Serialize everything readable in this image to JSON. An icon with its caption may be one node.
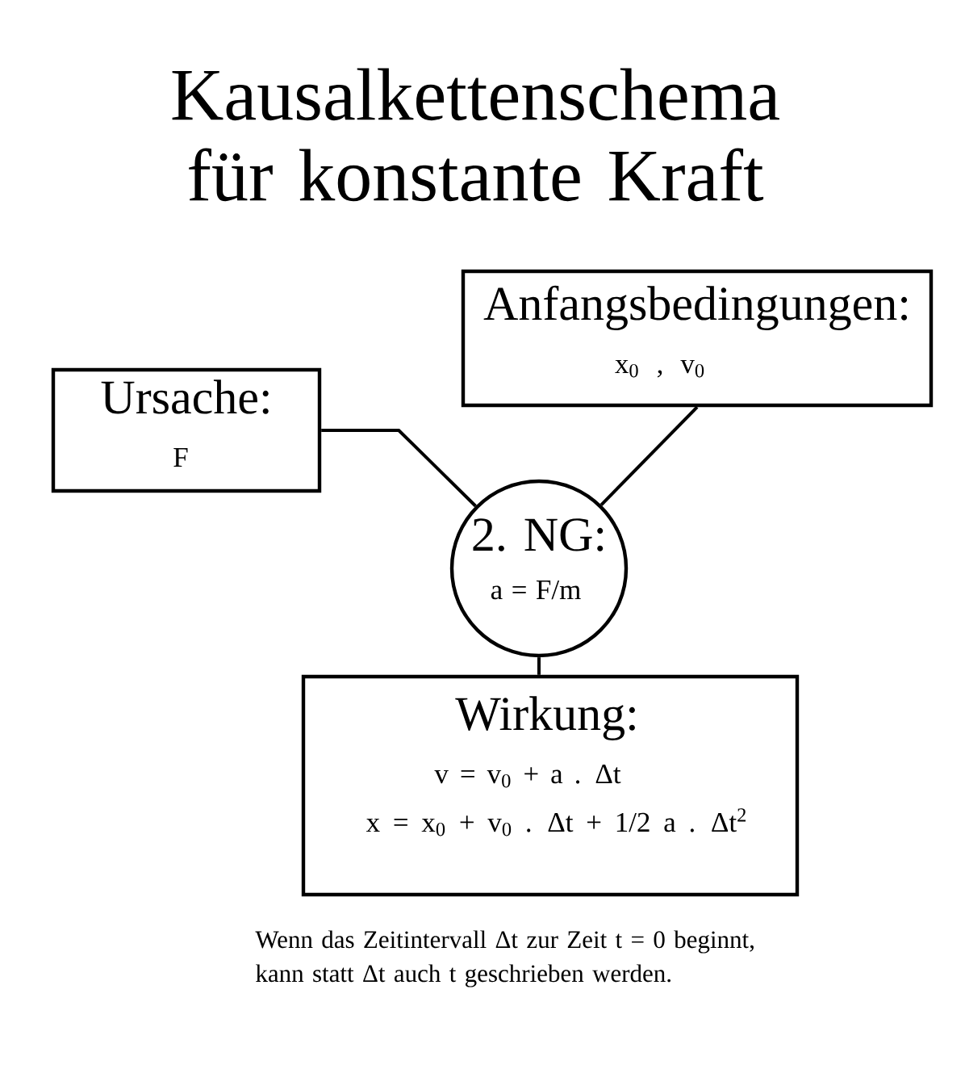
{
  "diagram": {
    "title": "Kausalkettenschema für konstante Kraft",
    "nodes": [
      {
        "text": [
          "Ursache:",
          "F"
        ]
      },
      {
        "text": [
          "Anfangsbedingungen:",
          "x$_{0}$ , v$_{0}$"
        ]
      },
      {
        "text": [
          "2. NG:",
          "a = F/m"
        ]
      },
      {
        "text": [
          "Wirkung:",
          "v = v$_{0}$ + a . Δt",
          "x = x$_{0}$ + v$_{0}$ . Δt + 1/2 a . Δt$^{2}$"
        ]
      }
    ],
    "edges": [
      {
        "from": 0,
        "to": 2,
        "arrow": "none"
      },
      {
        "from": 1,
        "to": 2,
        "arrow": "none"
      },
      {
        "from": 2,
        "to": 3,
        "arrow": "none"
      }
    ],
    "labels": [
      "Wenn das Zeitintervall Δt zur Zeit t = 0 beginnt, kann statt Δt auch t geschrieben werden."
    ]
  }
}
